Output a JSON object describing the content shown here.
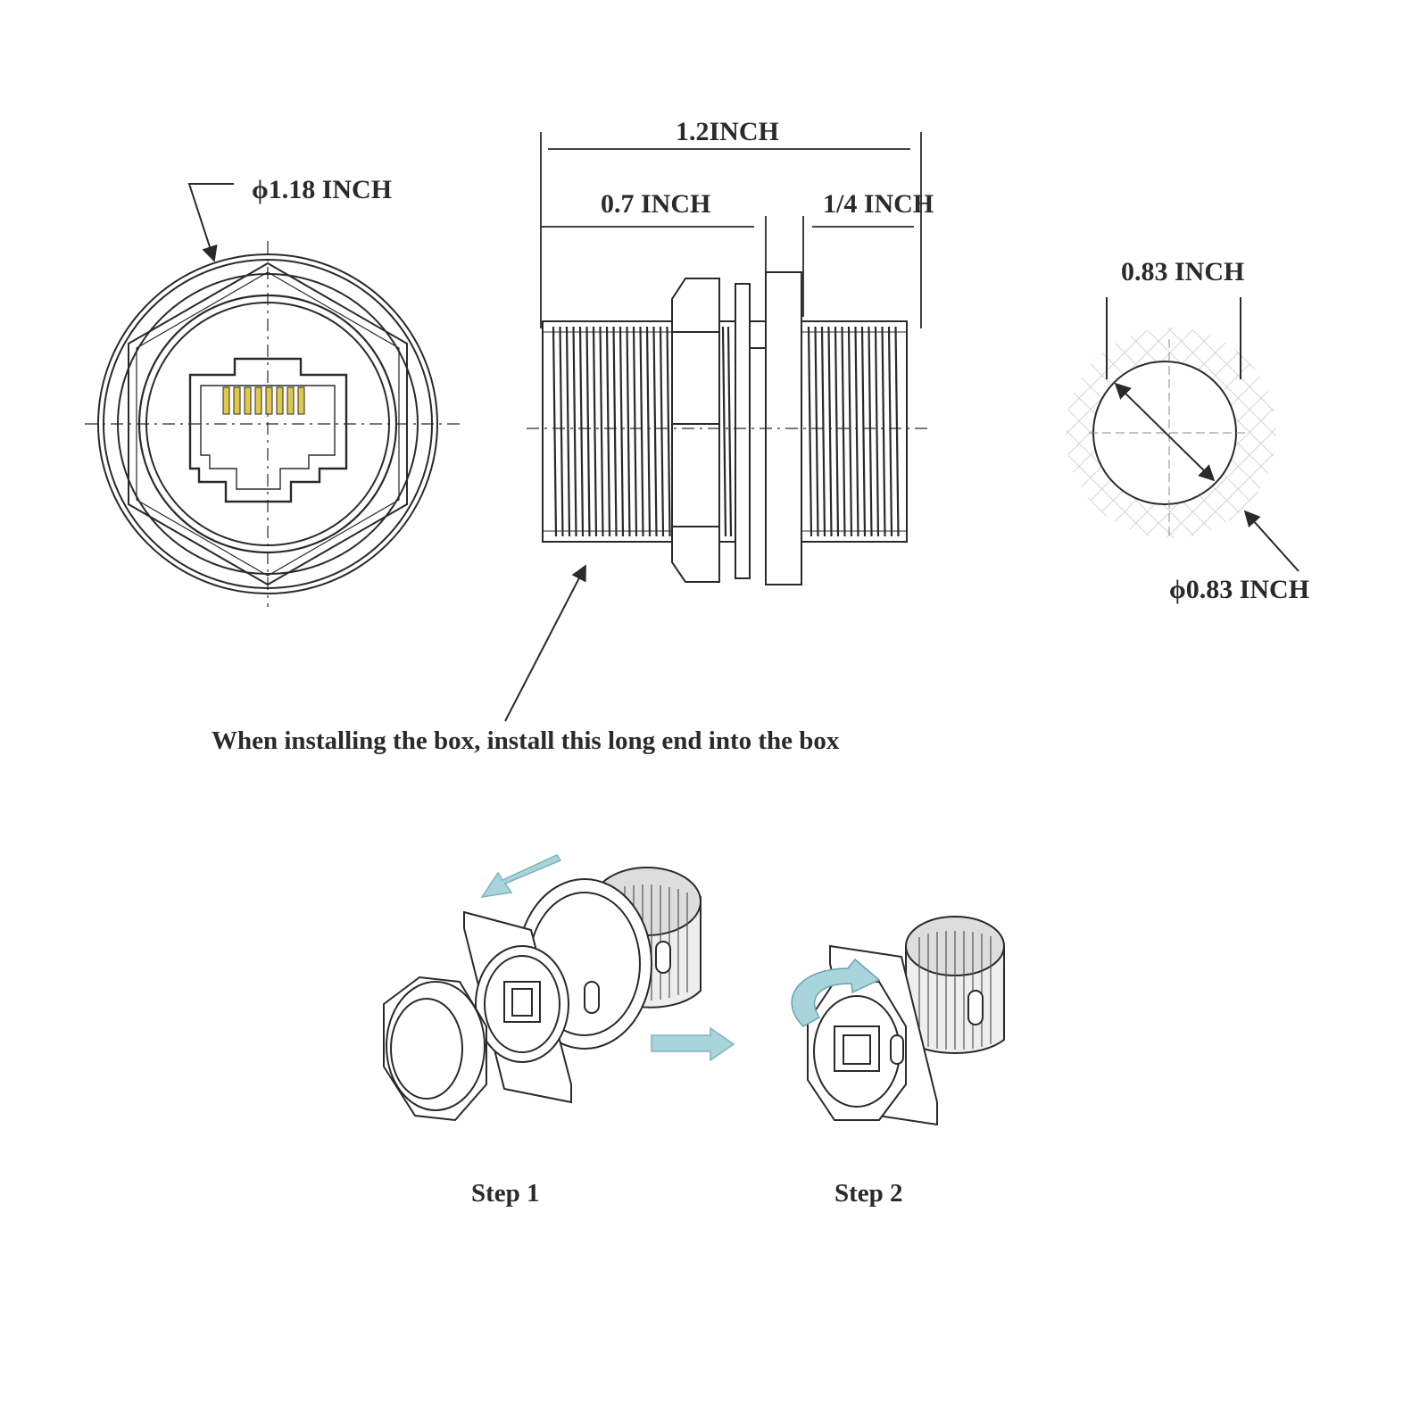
{
  "dimensions": {
    "front_diameter": "ϕ1.18 INCH",
    "total_length": "1.2INCH",
    "long_end_length": "0.7 INCH",
    "short_end_length": "1/4 INCH",
    "hole_width": "0.83 INCH",
    "hole_diameter": "ϕ0.83 INCH"
  },
  "caption": "When installing the box, install this long end into the box",
  "steps": {
    "step1": "Step 1",
    "step2": "Step 2"
  },
  "colors": {
    "line": "#2a2a2a",
    "pins": "#e0c84a",
    "arrow_fill": "#a9d4dc",
    "arrow_stroke": "#7fb3bd",
    "grid": "#c8c8c8"
  }
}
